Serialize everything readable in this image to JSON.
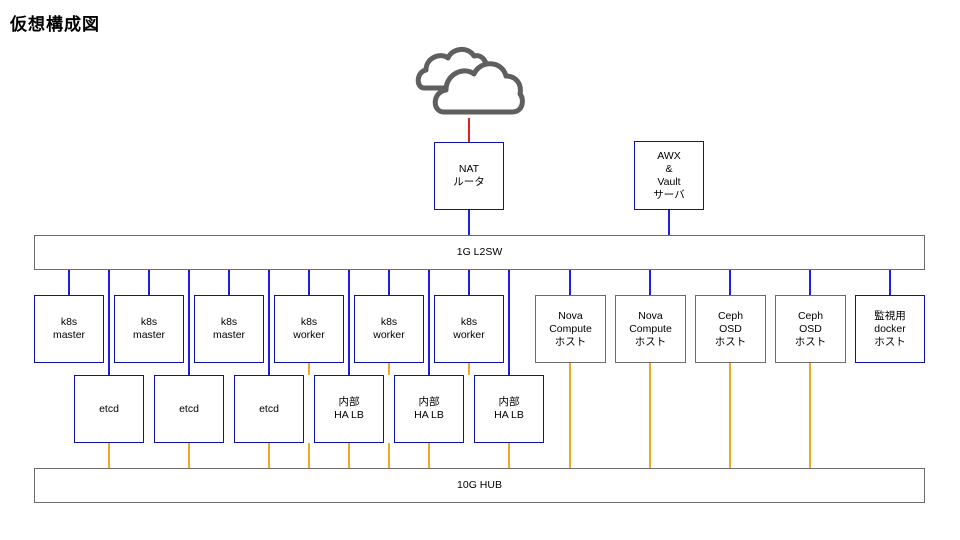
{
  "title": "仮想構成図",
  "nat_router": "NAT\nルータ",
  "awx_vault": "AWX\n&\nVault\nサーバ",
  "switch_1g": "1G L2SW",
  "hub_10g": "10G HUB",
  "k8s_nodes": [
    "k8s\nmaster",
    "k8s\nmaster",
    "k8s\nmaster",
    "k8s\nworker",
    "k8s\nworker",
    "k8s\nworker"
  ],
  "lower_nodes": [
    "etcd",
    "etcd",
    "etcd",
    "内部\nHA LB",
    "内部\nHA LB",
    "内部\nHA LB"
  ],
  "hosts": [
    "Nova\nCompute\nホスト",
    "Nova\nCompute\nホスト",
    "Ceph\nOSD\nホスト",
    "Ceph\nOSD\nホスト",
    "監視用\ndocker\nホスト"
  ],
  "colors": {
    "node_border": "#0d0fb0",
    "link_1g": "#1f1fe0",
    "link_10g": "#f5a623",
    "internet_link": "#e02020",
    "switch_border": "#6b6b6b"
  },
  "icons": {
    "internet": "cloud-icon"
  }
}
